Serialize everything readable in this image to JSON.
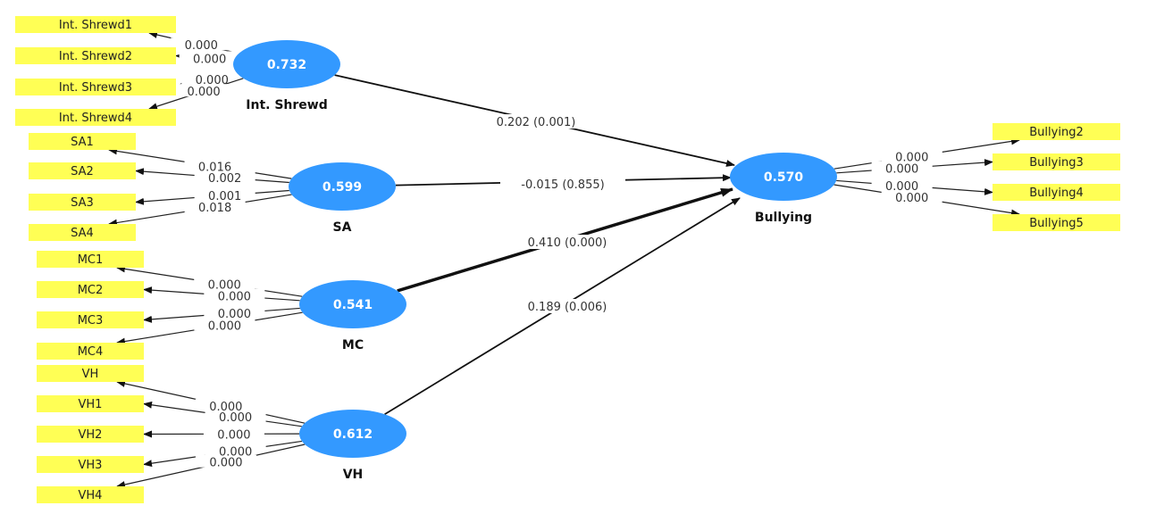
{
  "colors": {
    "construct": "#3399ff",
    "indicator": "#ffff55",
    "line": "#111111"
  },
  "constructs": [
    {
      "id": "IS",
      "name": "Int. Shrewd",
      "value": "0.732",
      "indicators": [
        {
          "label": "Int. Shrewd1",
          "loading": "0.000"
        },
        {
          "label": "Int. Shrewd2",
          "loading": "0.000"
        },
        {
          "label": "Int. Shrewd3",
          "loading": "0.000"
        },
        {
          "label": "Int. Shrewd4",
          "loading": "0.000"
        }
      ]
    },
    {
      "id": "SA",
      "name": "SA",
      "value": "0.599",
      "indicators": [
        {
          "label": "SA1",
          "loading": "0.016"
        },
        {
          "label": "SA2",
          "loading": "0.002"
        },
        {
          "label": "SA3",
          "loading": "0.001"
        },
        {
          "label": "SA4",
          "loading": "0.018"
        }
      ]
    },
    {
      "id": "MC",
      "name": "MC",
      "value": "0.541",
      "indicators": [
        {
          "label": "MC1",
          "loading": "0.000"
        },
        {
          "label": "MC2",
          "loading": "0.000"
        },
        {
          "label": "MC3",
          "loading": "0.000"
        },
        {
          "label": "MC4",
          "loading": "0.000"
        }
      ]
    },
    {
      "id": "VH",
      "name": "VH",
      "value": "0.612",
      "indicators": [
        {
          "label": "VH",
          "loading": "0.000"
        },
        {
          "label": "VH1",
          "loading": "0.000"
        },
        {
          "label": "VH2",
          "loading": "0.000"
        },
        {
          "label": "VH3",
          "loading": "0.000"
        },
        {
          "label": "VH4",
          "loading": "0.000"
        }
      ]
    },
    {
      "id": "BU",
      "name": "Bullying",
      "value": "0.570",
      "indicators": [
        {
          "label": "Bullying2",
          "loading": "0.000"
        },
        {
          "label": "Bullying3",
          "loading": "0.000"
        },
        {
          "label": "Bullying4",
          "loading": "0.000"
        },
        {
          "label": "Bullying5",
          "loading": "0.000"
        }
      ]
    }
  ],
  "paths": [
    {
      "from": "IS",
      "to": "BU",
      "label": "0.202 (0.001)"
    },
    {
      "from": "SA",
      "to": "BU",
      "label": "-0.015 (0.855)"
    },
    {
      "from": "MC",
      "to": "BU",
      "label": "0.410 (0.000)"
    },
    {
      "from": "VH",
      "to": "BU",
      "label": "0.189 (0.006)"
    }
  ]
}
